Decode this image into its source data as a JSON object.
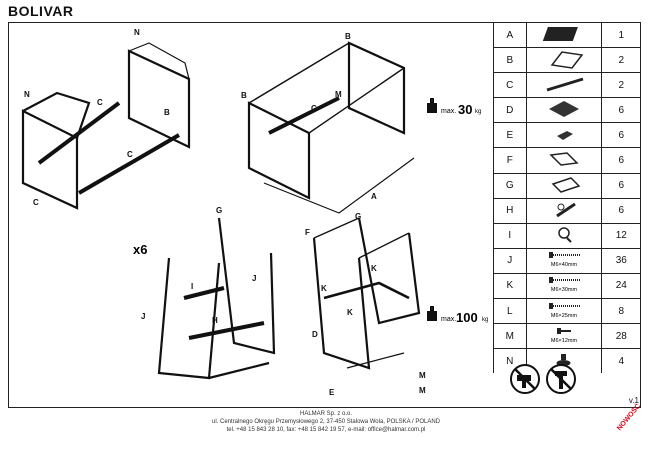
{
  "header": {
    "title": "BOLIVAR"
  },
  "diagram": {
    "table_labels": [
      "N",
      "N",
      "C",
      "B",
      "C",
      "C",
      "B",
      "B",
      "C",
      "M",
      "A"
    ],
    "chair_labels": [
      "G",
      "G",
      "F",
      "K",
      "K",
      "J",
      "J",
      "I",
      "H",
      "K",
      "D",
      "E",
      "M",
      "M"
    ],
    "multiplier": "x6",
    "max_table_value": "30",
    "max_chair_value": "100",
    "max_prefix": "max.",
    "unit": "kg"
  },
  "parts": [
    {
      "label": "A",
      "qty": "1",
      "icon": "tabletop-icon",
      "spec": ""
    },
    {
      "label": "B",
      "qty": "2",
      "icon": "side-frame-icon",
      "spec": ""
    },
    {
      "label": "C",
      "qty": "2",
      "icon": "rail-bar-icon",
      "spec": ""
    },
    {
      "label": "D",
      "qty": "6",
      "icon": "seat-panel-icon",
      "spec": ""
    },
    {
      "label": "E",
      "qty": "6",
      "icon": "bracket-icon",
      "spec": ""
    },
    {
      "label": "F",
      "qty": "6",
      "icon": "leg-frame-icon",
      "spec": ""
    },
    {
      "label": "G",
      "qty": "6",
      "icon": "back-frame-icon",
      "spec": ""
    },
    {
      "label": "H",
      "qty": "6",
      "icon": "crossbar-icon",
      "spec": ""
    },
    {
      "label": "I",
      "qty": "12",
      "icon": "spacer-icon",
      "spec": ""
    },
    {
      "label": "J",
      "qty": "36",
      "icon": "bolt-icon",
      "spec": "M6×40mm"
    },
    {
      "label": "K",
      "qty": "24",
      "icon": "bolt-icon",
      "spec": "M6×30mm"
    },
    {
      "label": "L",
      "qty": "8",
      "icon": "bolt-icon",
      "spec": "M6×25mm"
    },
    {
      "label": "M",
      "qty": "28",
      "icon": "screw-icon",
      "spec": "M6×12mm"
    },
    {
      "label": "N",
      "qty": "4",
      "icon": "foot-glide-icon",
      "spec": ""
    }
  ],
  "version": "v.1",
  "footer": {
    "company": "HALMAR Sp. z o.o.",
    "address": "ul. Centralnego Okręgu Przemysłowego 2, 37-450 Stalowa Wola, POLSKA / POLAND",
    "contact": "tel. +48 15 843 28 10, fax: +48 15 842 19 57, e-mail: office@halmar.com.pl"
  },
  "badge": "NOWOŚĆ"
}
